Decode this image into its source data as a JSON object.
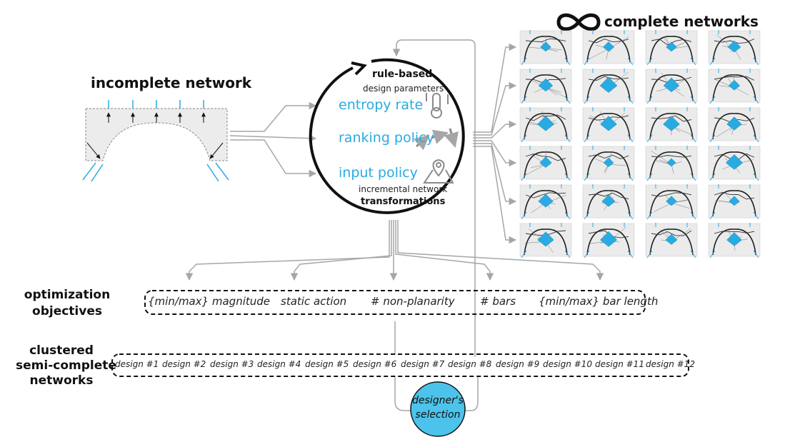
{
  "titles": {
    "incomplete": "incomplete network",
    "complete": "complete networks",
    "infinity_icon": "infinity-symbol"
  },
  "circle": {
    "top_bold": "rule-based",
    "top_sub": "design parameters",
    "params": [
      "entropy rate",
      "ranking policy",
      "input policy"
    ],
    "bottom_sub": "incremental network",
    "bottom_bold": "transformations",
    "icons": [
      "thermometer-icon",
      "arrows-icon",
      "map-pin-icon"
    ]
  },
  "objectives": {
    "label_line1": "optimization",
    "label_line2": "objectives",
    "items": [
      "{min/max} magnitude",
      "static action",
      "# non-planarity",
      "# bars",
      "{min/max} bar length"
    ]
  },
  "designs": {
    "label_line1": "clustered",
    "label_line2": "semi-complete",
    "label_line3": "networks",
    "items": [
      "design #1",
      "design #2",
      "design #3",
      "design #4",
      "design #5",
      "design #6",
      "design #7",
      "design #8",
      "design #9",
      "design #10",
      "design #11",
      "design #12"
    ]
  },
  "selection": {
    "line1": "designer's",
    "line2": "selection"
  },
  "colors": {
    "accent": "#29abe2",
    "arrow": "#a6a6a6",
    "thumb_fill": "#ebebeb",
    "selection_fill": "#4cc3ea"
  }
}
